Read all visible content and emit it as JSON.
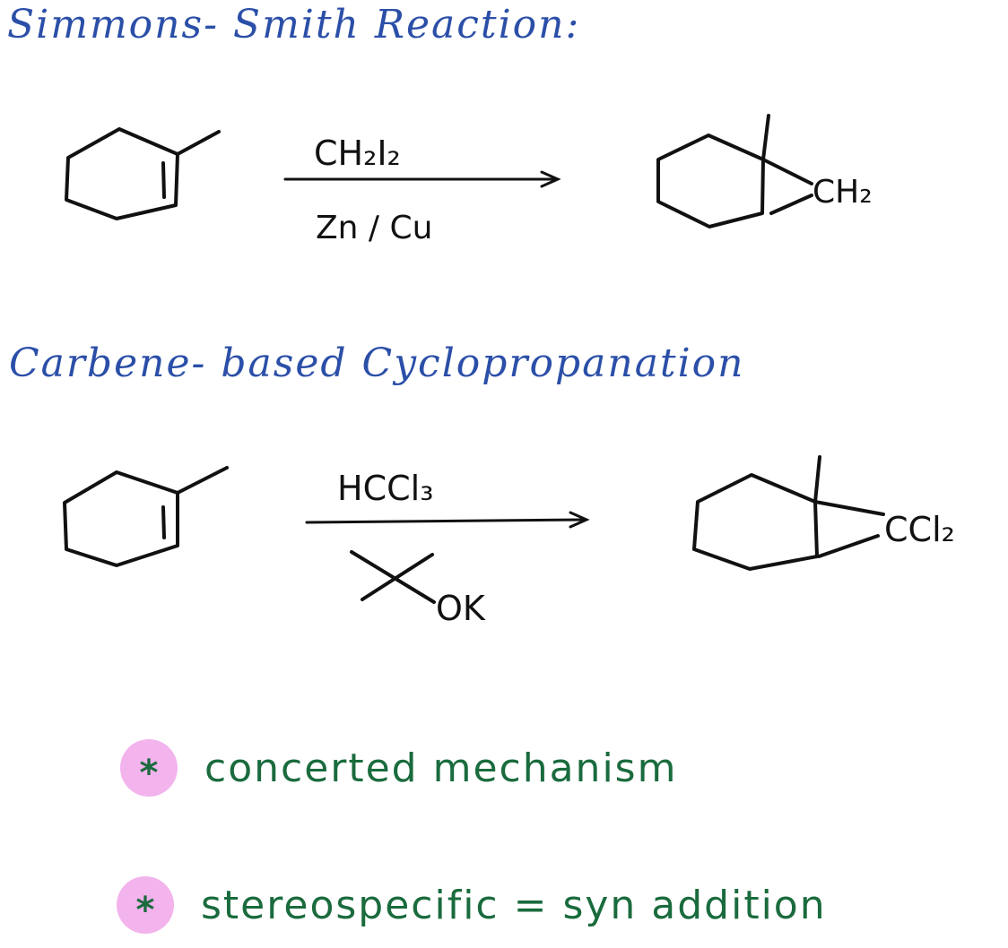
{
  "headings": {
    "simmons_smith": "Simmons- Smith Reaction:",
    "carbene": "Carbene- based Cyclopropanation"
  },
  "reaction1": {
    "reagent_top": "CH₂I₂",
    "reagent_bottom": "Zn / Cu",
    "product_group": "CH₂"
  },
  "reaction2": {
    "reagent_top": "HCCl₃",
    "reagent_bottom": "OK",
    "product_group": "CCl₂"
  },
  "notes": {
    "bullet_symbol": "*",
    "items": [
      "concerted mechanism",
      "stereospecific = syn addition"
    ]
  },
  "colors": {
    "heading": "#2b4fa8",
    "note_text": "#1a6b3d",
    "bullet_bg": "#f3b3ec",
    "ink": "#111111"
  }
}
